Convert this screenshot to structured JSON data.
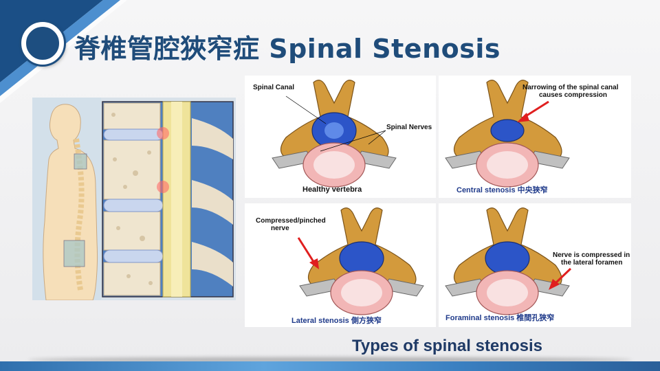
{
  "slide": {
    "title": "脊椎管腔狹窄症 Spinal Stenosis",
    "subtitle": "Types of spinal stenosis"
  },
  "diagrams": {
    "healthy": {
      "caption": "Healthy vertebra",
      "labels": [
        "Spinal Canal",
        "Spinal Nerves"
      ]
    },
    "central": {
      "caption": "Central stenosis 中央狹窄",
      "labels": [
        "Narrowing of the spinal canal",
        "causes compression"
      ]
    },
    "lateral": {
      "caption": "Lateral stenosis 側方狹窄",
      "labels": [
        "Compressed/pinched",
        "nerve"
      ]
    },
    "foraminal": {
      "caption": "Foraminal stenosis 椎間孔狹窄",
      "labels": [
        "Nerve is compressed in",
        "the lateral foramen"
      ]
    }
  },
  "colors": {
    "title": "#1f4c7a",
    "caption_blue": "#1f3a8a",
    "arrow": "#e01f1f",
    "bone": "#d39a3c",
    "disc": "#f2b6b6",
    "nerve_blue": "#2c55c8"
  }
}
